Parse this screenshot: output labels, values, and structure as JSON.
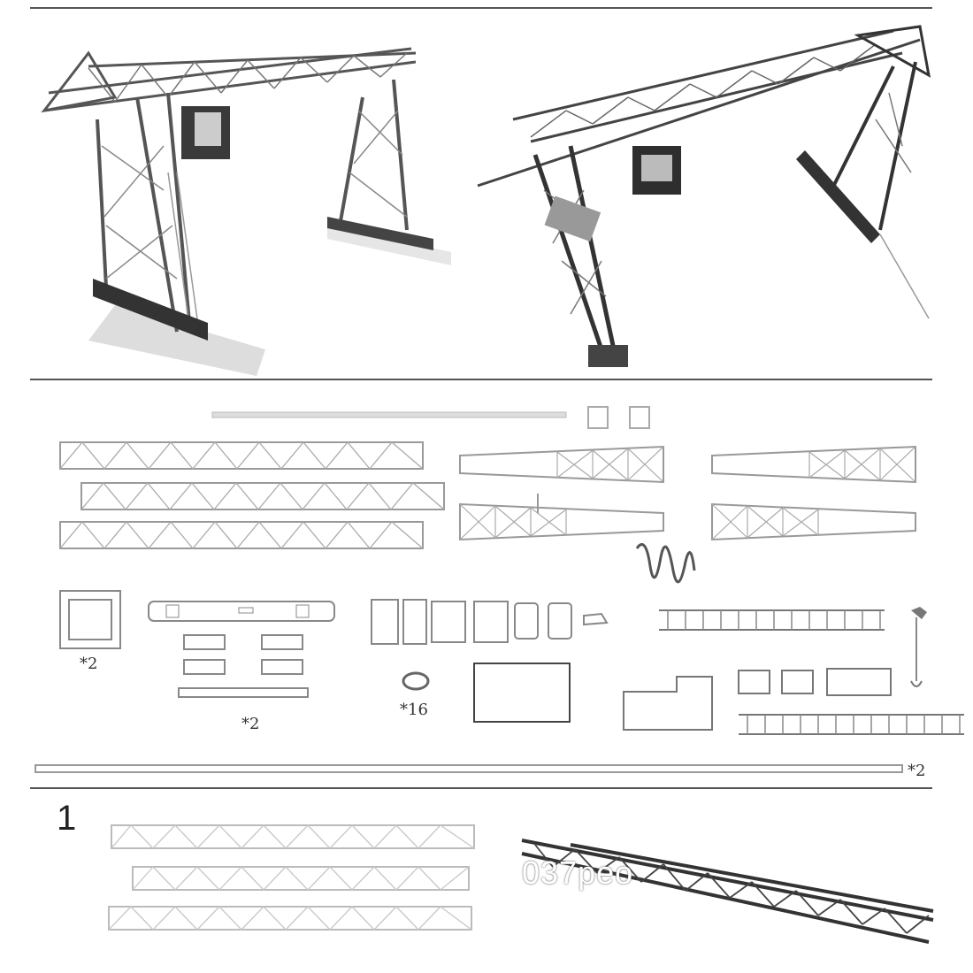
{
  "quantity_labels": {
    "frame_x2": "*2",
    "bogie_x2": "*2",
    "wheel_x16": "*16",
    "rail_x2": "*2"
  },
  "step_number": "1",
  "watermark": "037peo",
  "colors": {
    "line": "#9a9a9a",
    "dark_line": "#555555",
    "steel_dark": "#3a3a3a",
    "steel_light": "#cfcfcf"
  }
}
